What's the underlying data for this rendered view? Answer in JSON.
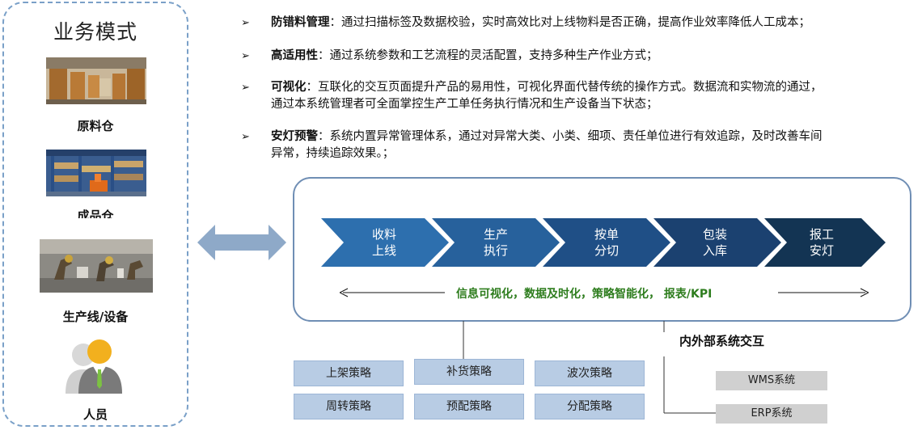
{
  "left_panel": {
    "title": "业务模式",
    "modes": [
      {
        "label": "原料仓",
        "icon": "warehouse-photo"
      },
      {
        "label": "成品仓",
        "icon": "forklift-photo"
      },
      {
        "label": "生产线/设备",
        "icon": "robot-line-photo"
      },
      {
        "label": "人员",
        "icon": "person-icon"
      }
    ]
  },
  "bullets": [
    {
      "marker": "➢",
      "keyword": "防错料管理",
      "text": "：通过扫描标签及数据校验，实时高效比对上线物料是否正确，提高作业效率降低人工成本；",
      "text2": ""
    },
    {
      "marker": "➢",
      "keyword": "高适用性",
      "text": "：通过系统参数和工艺流程的灵活配置，支持多种生产作业方式；",
      "text2": ""
    },
    {
      "marker": "➢",
      "keyword": "可视化",
      "text": "：互联化的交互页面提升产品的易用性，可视化界面代替传统的操作方式。数据流和实物流的通过，",
      "text2": "通过本系统管理者可全面掌控生产工单任务执行情况和生产设备当下状态；"
    },
    {
      "marker": "➢",
      "keyword": "安灯预警",
      "text": "：系统内置异常管理体系，通过对异常大类、小类、细项、责任单位进行有效追踪，及时改善车间",
      "text2": "异常，持续追踪效果。；"
    }
  ],
  "process": {
    "steps": [
      {
        "line1": "收料",
        "line2": "上线"
      },
      {
        "line1": "生产",
        "line2": "执行"
      },
      {
        "line1": "按单",
        "line2": "分切"
      },
      {
        "line1": "包装",
        "line2": "入库"
      },
      {
        "line1": "报工",
        "line2": "安灯"
      }
    ],
    "info": "信息可视化，数据及时化，策略智能化， 报表/KPI"
  },
  "strategies": [
    "上架策略",
    "补货策略",
    "波次策略",
    "周转策略",
    "预配策略",
    "分配策略"
  ],
  "interaction": {
    "label": "内外部系统交互",
    "systems": [
      "WMS系统",
      "ERP系统"
    ]
  },
  "colors": {
    "chevrons": [
      "#2d6fae",
      "#27619c",
      "#1f4f86",
      "#1b4170",
      "#133453"
    ],
    "panel_border": "#7aa0c8",
    "box_border": "#6f8eb4",
    "strategy_fill": "#b8cce4",
    "system_fill": "#d0d0d0",
    "info_text": "#2e7d1e",
    "double_arrow": "#8ea9c8"
  }
}
